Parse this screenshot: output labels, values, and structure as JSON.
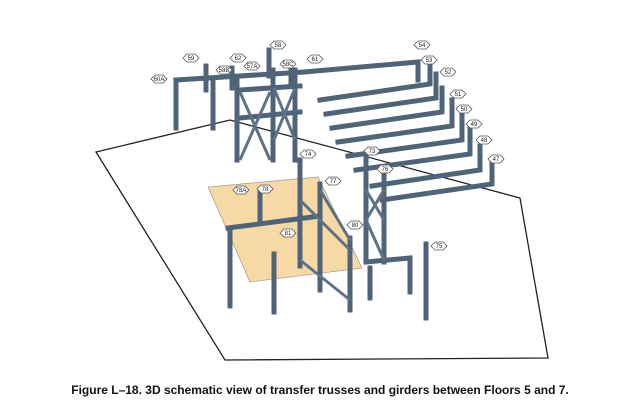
{
  "figure": {
    "caption": "Figure L–18.  3D schematic view of transfer trusses and girders between Floors 5 and 7.",
    "column_labels": [
      "59",
      "58B",
      "62",
      "57A",
      "58",
      "58C",
      "61",
      "60A",
      "54",
      "53",
      "52",
      "51",
      "50",
      "49",
      "48",
      "47",
      "73",
      "76",
      "74",
      "77",
      "78A",
      "78",
      "80",
      "81",
      "75"
    ],
    "colors": {
      "steel": "#4f6478",
      "floor_patch": "#f7d9a6",
      "outline": "#222222"
    }
  }
}
